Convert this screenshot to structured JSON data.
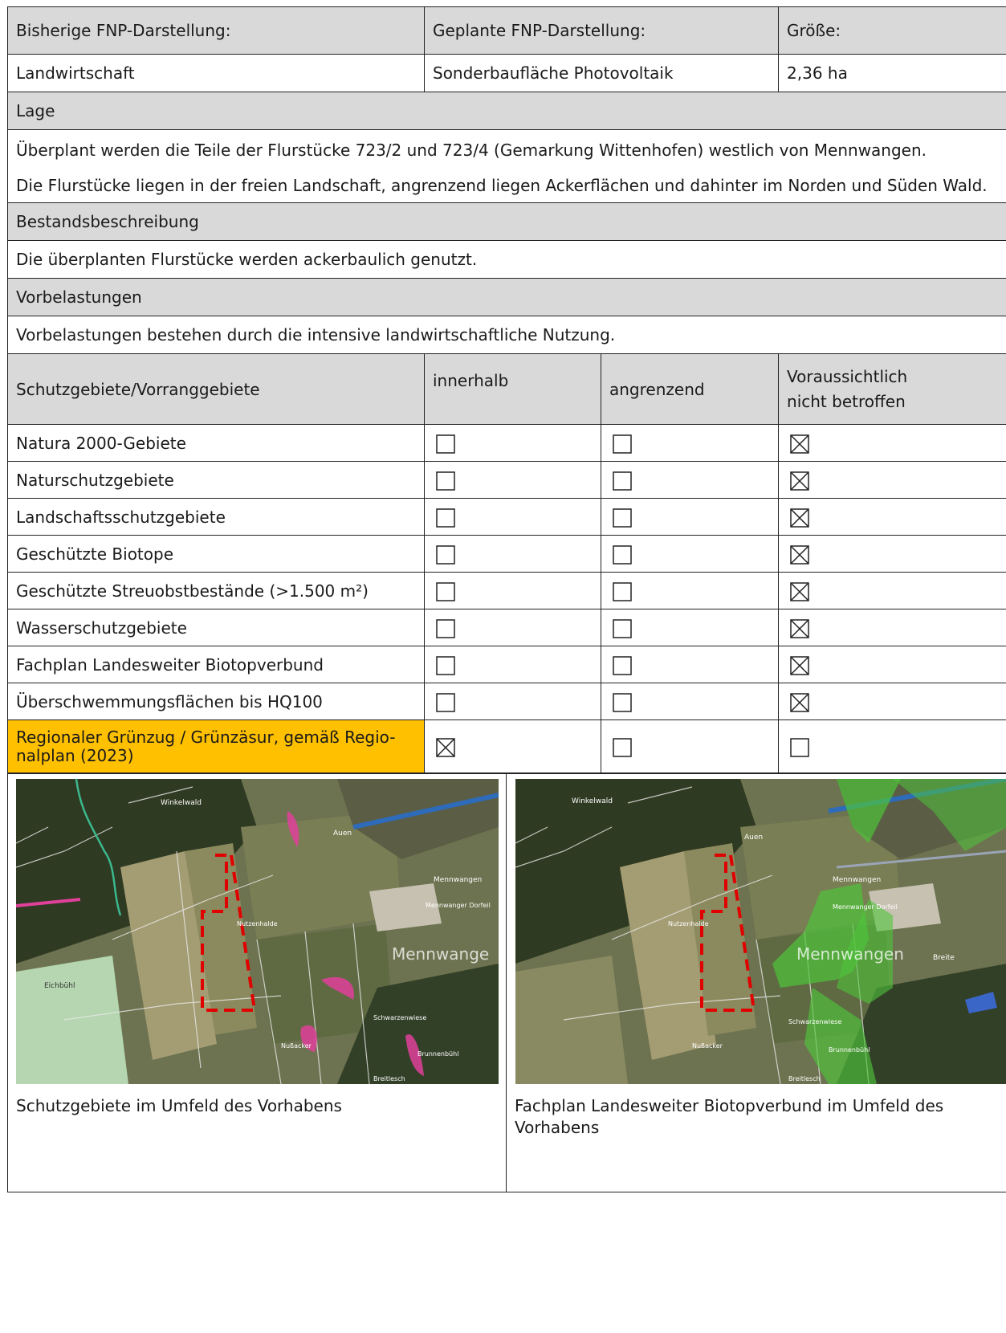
{
  "header": {
    "col1": "Bisherige FNP-Darstellung:",
    "col2": "Geplante FNP-Darstellung:",
    "col3": "Größe:"
  },
  "values": {
    "col1": "Landwirtschaft",
    "col2": "Sonderbaufläche Photovoltaik",
    "col3": "2,36 ha"
  },
  "lage": {
    "heading": "Lage",
    "p1": "Überplant werden die Teile der Flurstücke 723/2 und 723/4 (Gemarkung Wittenhofen) westlich von Mennwangen.",
    "p2": "Die Flurstücke liegen in der freien Landschaft, angrenzend liegen Ackerflächen und dahinter im Norden und Süden Wald."
  },
  "bestand": {
    "heading": "Bestandsbeschreibung",
    "text": "Die überplanten Flurstücke werden ackerbaulich genutzt."
  },
  "vorbelastungen": {
    "heading": "Vorbelastungen",
    "text": "Vorbelastungen bestehen durch die intensive landwirtschaftliche Nutzung."
  },
  "schutz": {
    "col1": "Schutzgebiete/Vorranggebiete",
    "col2": "innerhalb",
    "col3": "angrenzend",
    "col4_line1": "Voraussichtlich",
    "col4_line2": "nicht betroffen",
    "rows": [
      {
        "label": "Natura 2000-Gebiete",
        "innerhalb": false,
        "angrenzend": false,
        "nicht_betroffen": true
      },
      {
        "label": "Naturschutzgebiete",
        "innerhalb": false,
        "angrenzend": false,
        "nicht_betroffen": true
      },
      {
        "label": "Landschaftsschutzgebiete",
        "innerhalb": false,
        "angrenzend": false,
        "nicht_betroffen": true
      },
      {
        "label": "Geschützte Biotope",
        "innerhalb": false,
        "angrenzend": false,
        "nicht_betroffen": true
      },
      {
        "label": "Geschützte Streuobstbestände (>1.500 m²)",
        "innerhalb": false,
        "angrenzend": false,
        "nicht_betroffen": true
      },
      {
        "label": "Wasserschutzgebiete",
        "innerhalb": false,
        "angrenzend": false,
        "nicht_betroffen": true
      },
      {
        "label": "Fachplan Landesweiter Biotopverbund",
        "innerhalb": false,
        "angrenzend": false,
        "nicht_betroffen": true
      },
      {
        "label": "Überschwemmungsflächen bis HQ100",
        "innerhalb": false,
        "angrenzend": false,
        "nicht_betroffen": true
      },
      {
        "label": "Regionaler Grünzug / Grünzäsur, gemäß Regio-nalplan (2023)",
        "innerhalb": true,
        "angrenzend": false,
        "nicht_betroffen": false,
        "highlight": "#ffc000"
      }
    ]
  },
  "maps": {
    "left": {
      "caption": "Schutzgebiete im Umfeld des Vorhabens",
      "labels": [
        "Winkelwald",
        "Auen",
        "Mennwangen",
        "Mennwanger Dorfeil",
        "Nutzenhalde",
        "Mennwange",
        "Eichbühl",
        "Schwarzenwiese",
        "Brunnenbühl",
        "Nußacker",
        "Breitlesch"
      ]
    },
    "right": {
      "caption": "Fachplan Landesweiter Biotopverbund im Umfeld des Vorhabens",
      "labels": [
        "Winkelwald",
        "Auen",
        "Mennwangen",
        "Mennwanger Dorfeil",
        "Nutzenhalde",
        "Mennwangen",
        "Breite",
        "Schwarzenwiese",
        "Brunnenbühl",
        "Nußacker",
        "Breitlesch"
      ]
    },
    "colors": {
      "planning_outline": "#e00000",
      "protected_biotope": "#e0409a",
      "biotopverbund": "#4ec43a",
      "water": "#3a66c8"
    }
  }
}
